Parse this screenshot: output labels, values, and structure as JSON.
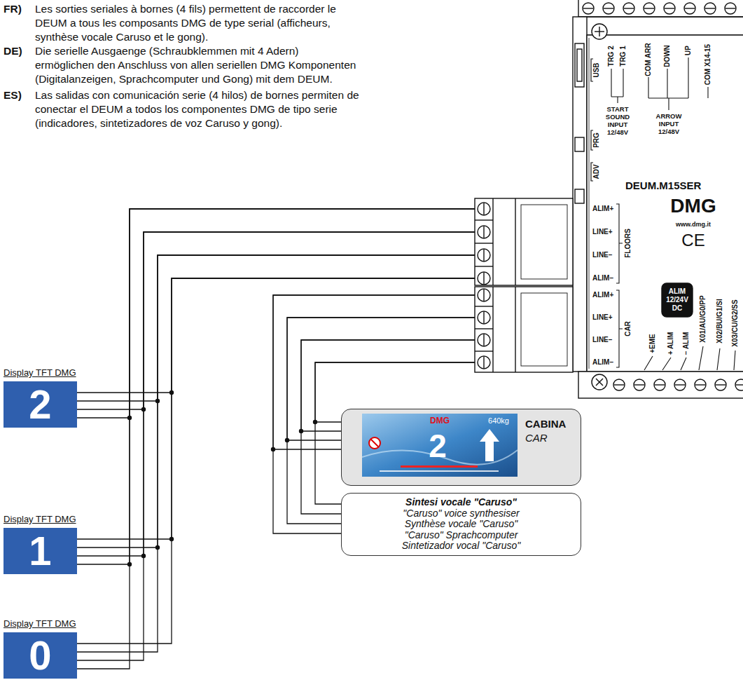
{
  "diagram": {
    "nodes": [
      {
        "text": [
          "DEUM.M15SER"
        ]
      },
      {
        "text": [
          "Display TFT DMG",
          "2"
        ]
      },
      {
        "text": [
          "Display TFT DMG",
          "1"
        ]
      },
      {
        "text": [
          "Display TFT DMG",
          "0"
        ]
      },
      {
        "text": [
          "CABINA",
          "CAR"
        ]
      },
      {
        "text": [
          "Sintesi vocale \"Caruso\"",
          "\"Caruso\" voice synthesiser",
          "Synthèse vocale \"Caruso\"",
          "\"Caruso\" Sprachcomputer",
          "Sintetizador vocal \"Caruso\""
        ]
      }
    ],
    "edges": [
      {
        "from": 0,
        "to": 1,
        "arrow": "none"
      },
      {
        "from": 0,
        "to": 2,
        "arrow": "none"
      },
      {
        "from": 0,
        "to": 3,
        "arrow": "none"
      },
      {
        "from": 0,
        "to": 4,
        "arrow": "none"
      },
      {
        "from": 0,
        "to": 5,
        "arrow": "none"
      }
    ],
    "labels": [
      "FR)",
      "Les sorties seriales à bornes (4 fils) permettent de raccorder le DEUM a tous les composants DMG de type serial (afficheurs, synthèse vocale Caruso et le gong).",
      "DE)",
      "Die serielle Ausgaenge (Schraubklemmen mit 4 Adern) ermöglichen den Anschluss von allen seriellen DMG Komponenten (Digitalanzeigen, Sprachcomputer und Gong) mit dem DEUM.",
      "ES)",
      "Las salidas con comunicación serie (4 hilos) de bornes permiten de conectar el DEUM a todos los componentes DMG de tipo serie (indicadores, sintetizadores de voz Caruso y gong).",
      "USB",
      "TRG 2",
      "TRG 1",
      "COM ARR",
      "DOWN",
      "UP",
      "COM X14-15",
      "START SOUND INPUT 12/48V",
      "ARROW INPUT 12/48V",
      "PRG",
      "ADV",
      "DMG",
      "www.dmg.it",
      "CE",
      "ALIM+",
      "LINE+",
      "LINE−",
      "ALIM−",
      "FLOORS",
      "ALIM+",
      "LINE+",
      "LINE−",
      "ALIM−",
      "CAR",
      "ALIM 12/24V DC",
      "+EME",
      "+ ALIM",
      "− ALIM",
      "X01/AU/G0/PP",
      "X02/BU/G1/SI",
      "X03/CU/G2/SS",
      "DMG",
      "640kg",
      "2"
    ]
  }
}
